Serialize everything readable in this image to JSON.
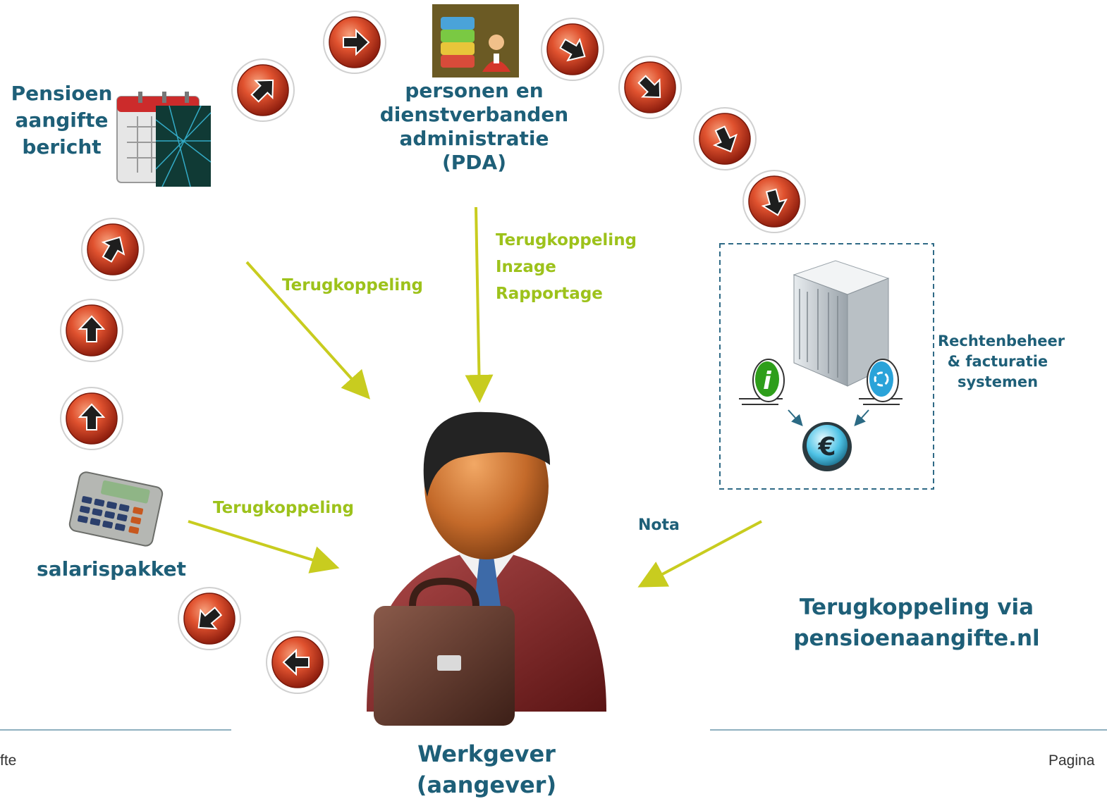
{
  "diagram": {
    "nodes": {
      "pda": {
        "lines": [
          "personen  en",
          "dienstverbanden",
          "administratie",
          "(PDA)"
        ]
      },
      "pensioen": {
        "lines": [
          "Pensioen",
          "aangifte",
          "bericht"
        ]
      },
      "salaris": {
        "label": "salarispakket"
      },
      "rechten": {
        "lines": [
          "Rechtenbeheer",
          "& facturatie",
          "systemen"
        ]
      },
      "werkgever": {
        "lines": [
          "Werkgever",
          "(aangever)"
        ]
      }
    },
    "edges": {
      "pensioen_to_werkgever": "Terugkoppeling",
      "pda_to_werkgever": [
        "Terugkoppeling",
        "Inzage",
        "Rapportage"
      ],
      "salaris_to_werkgever": "Terugkoppeling",
      "rechten_to_werkgever": "Nota"
    },
    "headline": [
      "Terugkoppeling via",
      "pensioenaangifte.nl"
    ],
    "flow_step_count": 11
  },
  "footer": {
    "left_text": "fte",
    "right_text": "Pagina"
  },
  "colors": {
    "label_blue": "#1e5f78",
    "label_green": "#9dc21b",
    "arrow_yellow": "#c8cc1f",
    "step_red": "#d8402a",
    "step_red_dark": "#8f1e0e",
    "footer_rule": "#8fb0bf",
    "dashed_box": "#2f6a86"
  },
  "icons": {
    "flow_step": "circular-arrow-button-icon",
    "pda": "database-user-icon",
    "pensioen": "calendar-document-icon",
    "salaris": "calculator-icon",
    "server": "server-tower-icon",
    "info": "info-icon",
    "recycle": "recycle-icon",
    "euro": "euro-coin-icon",
    "werkgever": "businessman-briefcase-icon"
  }
}
